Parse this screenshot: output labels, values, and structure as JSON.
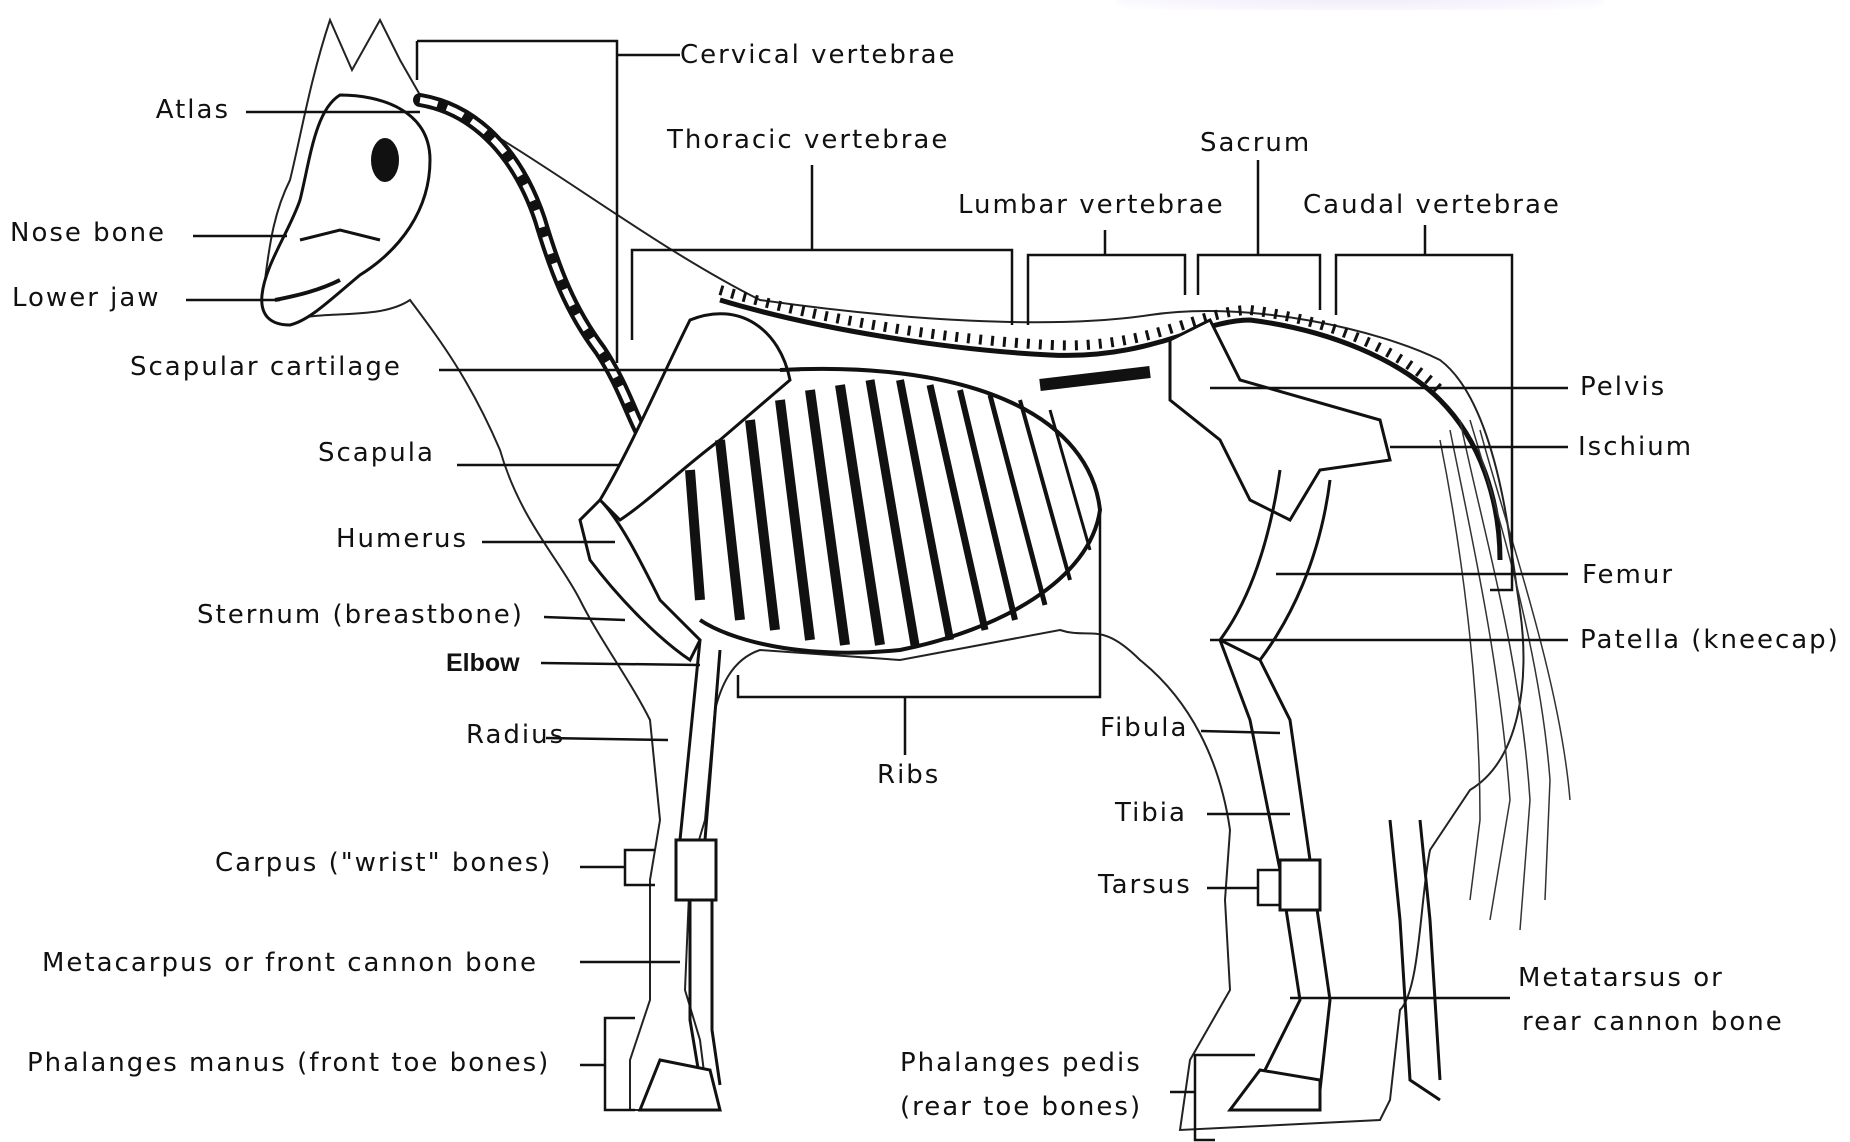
{
  "labels": {
    "cervical": "Cervical vertebrae",
    "thoracic": "Thoracic vertebrae",
    "sacrum": "Sacrum",
    "lumbar": "Lumbar vertebrae",
    "caudal": "Caudal vertebrae",
    "atlas": "Atlas",
    "nose": "Nose bone",
    "lowerjaw": "Lower jaw",
    "scapcart": "Scapular cartilage",
    "scapula": "Scapula",
    "humerus": "Humerus",
    "sternum": "Sternum (breastbone)",
    "elbow": "Elbow",
    "radius": "Radius",
    "carpus": "Carpus (\"wrist\" bones)",
    "metacarpus": "Metacarpus or front cannon bone",
    "phalmanus": "Phalanges manus (front toe bones)",
    "ribs": "Ribs",
    "pelvis": "Pelvis",
    "ischium": "Ischium",
    "femur": "Femur",
    "patella": "Patella (kneecap)",
    "fibula": "Fibula",
    "tibia": "Tibia",
    "tarsus": "Tarsus",
    "metatarsus1": "Metatarsus or",
    "metatarsus2": "rear cannon bone",
    "phalpedis1": "Phalanges pedis",
    "phalpedis2": "(rear toe bones)"
  },
  "colors": {
    "ink": "#111111",
    "bone_fill": "#ffffff",
    "shadow": "#000000",
    "watermark": "#bfaee6"
  }
}
